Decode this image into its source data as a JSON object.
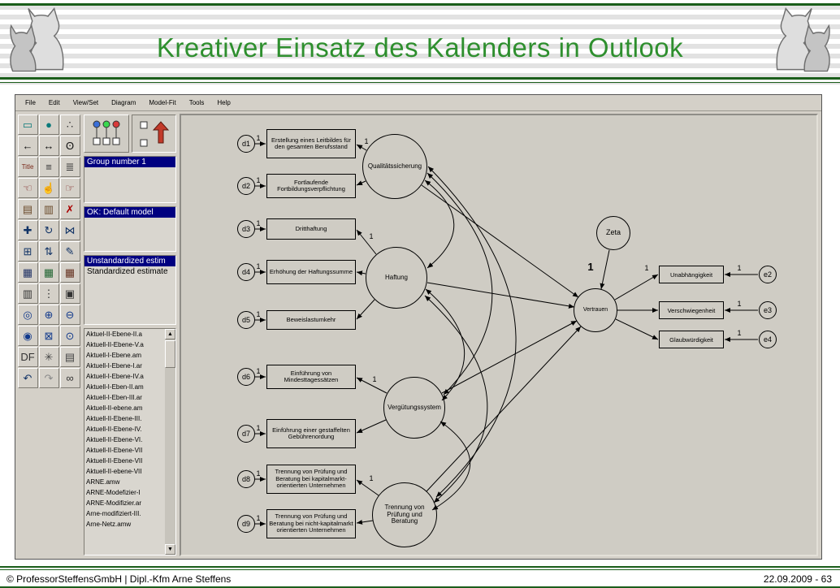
{
  "slide": {
    "title": "Kreativer Einsatz des Kalenders in Outlook",
    "footer_left": "© ProfessorSteffensGmbH | Dipl.-Kfm Arne Steffens",
    "footer_right": "22.09.2009 - 63"
  },
  "colors": {
    "title_green": "#2e8f2e",
    "rule_green": "#1b5e1b",
    "selection_navy": "#000080",
    "window_gray": "#d4d0c8",
    "canvas_gray": "#cfccc4"
  },
  "app": {
    "menu": [
      {
        "name": "menu-file",
        "label": "File"
      },
      {
        "name": "menu-edit",
        "label": "Edit"
      },
      {
        "name": "menu-view-set",
        "label": "View/Set"
      },
      {
        "name": "menu-diagram",
        "label": "Diagram"
      },
      {
        "name": "menu-model-fit",
        "label": "Model-Fit"
      },
      {
        "name": "menu-tools",
        "label": "Tools"
      },
      {
        "name": "menu-help",
        "label": "Help"
      }
    ],
    "thumbnails": [
      "view-input-path-diagram",
      "view-output-path-diagram"
    ],
    "groups": [
      "Group number 1"
    ],
    "models": [
      "OK: Default model"
    ],
    "estimates": [
      "Unstandardized estim",
      "Standardized estimate"
    ],
    "files": [
      "Aktuel-II-Ebene-II.a",
      "Aktuell-II-Ebene-V.a",
      "Aktuell-I-Ebene.am",
      "Aktuell-I-Ebene-I.ar",
      "Aktuell-I-Ebene-IV.a",
      "Aktuell-I-Eben-II.am",
      "Aktuell-I-Eben-III.ar",
      "Aktuell-II-ebene.am",
      "Aktuell-II-Ebene-III.",
      "Aktuell-II-Ebene-IV.",
      "Aktuell-II-Ebene-VI.",
      "Aktuell-II-Ebene-VII",
      "Aktuell-II-Ebene-VII",
      "Aktuell-II-ebene-VII",
      "ARNE.amw",
      "ARNE-Modefizier-I",
      "ARNE-Modifizier.ar",
      "Arne-modifiziert-III.",
      "Arne-Netz.amw"
    ],
    "toolbar": [
      {
        "name": "draw-rectangle-tool",
        "glyph": "▭",
        "color": "#0a7a7a"
      },
      {
        "name": "draw-ellipse-tool",
        "glyph": "●",
        "color": "#0a7a7a"
      },
      {
        "name": "draw-latent-tool",
        "glyph": "∴",
        "color": "#333333"
      },
      {
        "name": "path-arrow-tool",
        "glyph": "←",
        "color": "#111111"
      },
      {
        "name": "covariance-arrow-tool",
        "glyph": "↔",
        "color": "#111111"
      },
      {
        "name": "unique-variable-tool",
        "glyph": "ʘ",
        "color": "#111111"
      },
      {
        "name": "title-tool",
        "glyph": "Title",
        "color": "#7a2a1a"
      },
      {
        "name": "variable-list-tool",
        "glyph": "≡",
        "color": "#333333"
      },
      {
        "name": "model-variables-tool",
        "glyph": "≣",
        "color": "#333333"
      },
      {
        "name": "select-one-tool",
        "glyph": "☜",
        "color": "#7a1a1a"
      },
      {
        "name": "select-all-tool",
        "glyph": "☝",
        "color": "#7a1a1a"
      },
      {
        "name": "deselect-all-tool",
        "glyph": "☞",
        "color": "#7a1a1a"
      },
      {
        "name": "duplicate-tool",
        "glyph": "▤",
        "color": "#6a4a2a"
      },
      {
        "name": "move-tool",
        "glyph": "▥",
        "color": "#6a4a2a"
      },
      {
        "name": "erase-tool",
        "glyph": "✗",
        "color": "#aa0000"
      },
      {
        "name": "shape-change-tool",
        "glyph": "✚",
        "color": "#113366"
      },
      {
        "name": "rotate-tool",
        "glyph": "↻",
        "color": "#113366"
      },
      {
        "name": "reflect-tool",
        "glyph": "⋈",
        "color": "#113366"
      },
      {
        "name": "move-parameter-tool",
        "glyph": "⊞",
        "color": "#113366"
      },
      {
        "name": "scroll-tool",
        "glyph": "⇅",
        "color": "#113366"
      },
      {
        "name": "touch-up-tool",
        "glyph": "✎",
        "color": "#113366"
      },
      {
        "name": "data-files-tool",
        "glyph": "▦",
        "color": "#223366"
      },
      {
        "name": "analysis-properties-tool",
        "glyph": "▦",
        "color": "#226633"
      },
      {
        "name": "calculate-estimates-tool",
        "glyph": "▦",
        "color": "#663322"
      },
      {
        "name": "clipboard-tool",
        "glyph": "▥",
        "color": "#333333"
      },
      {
        "name": "text-output-tool",
        "glyph": "⋮",
        "color": "#333333"
      },
      {
        "name": "save-diagram-tool",
        "glyph": "▣",
        "color": "#333333"
      },
      {
        "name": "magnify-tool",
        "glyph": "◎",
        "color": "#123a8c"
      },
      {
        "name": "zoom-in-tool",
        "glyph": "⊕",
        "color": "#123a8c"
      },
      {
        "name": "zoom-out-tool",
        "glyph": "⊖",
        "color": "#123a8c"
      },
      {
        "name": "zoom-page-tool",
        "glyph": "◉",
        "color": "#123a8c"
      },
      {
        "name": "zoom-area-tool",
        "glyph": "⊠",
        "color": "#123a8c"
      },
      {
        "name": "loupe-tool",
        "glyph": "⊙",
        "color": "#123a8c"
      },
      {
        "name": "degrees-of-freedom-tool",
        "glyph": "DF",
        "color": "#333333"
      },
      {
        "name": "specification-search-tool",
        "glyph": "✳",
        "color": "#444444"
      },
      {
        "name": "print-tool",
        "glyph": "▤",
        "color": "#444444"
      },
      {
        "name": "undo-tool",
        "glyph": "↶",
        "color": "#113366"
      },
      {
        "name": "redo-tool",
        "glyph": "↷",
        "color": "#8a8a8a"
      },
      {
        "name": "search-tool",
        "glyph": "∞",
        "color": "#333333"
      }
    ]
  },
  "diagram": {
    "one": "1",
    "d_labels": [
      "d1",
      "d2",
      "d3",
      "d4",
      "d5",
      "d6",
      "d7",
      "d8",
      "d9"
    ],
    "indicators": [
      "Erstellung eines Leitbildes für den gesamten Berufsstand",
      "Fortlaufende Fortbildungsverpflichtung",
      "Dritthaftung",
      "Erhöhung der Haftungssumme",
      "Beweislastumkehr",
      "Einführung von Mindesttagessätzen",
      "Einführung einer gestaffelten Gebührenordung",
      "Trennung von Prüfung und Beratung bei kapitalmarkt-orientierten Unternehmen",
      "Trennung von Prüfung und Beratung bei nicht-kapitalmarkt orientierten Unternehmen"
    ],
    "latents": [
      "Qualitätssicherung",
      "Haftung",
      "Vergütungssystem",
      "Trennung von Prüfung und Beratung"
    ],
    "zeta": "Zeta",
    "outcome": "Vertrauen",
    "outcome_indicators": [
      "Unabhängigkeit",
      "Verschwiegenheit",
      "Glaubwürdigkeit"
    ],
    "e_labels": [
      "e2",
      "e3",
      "e4"
    ]
  }
}
